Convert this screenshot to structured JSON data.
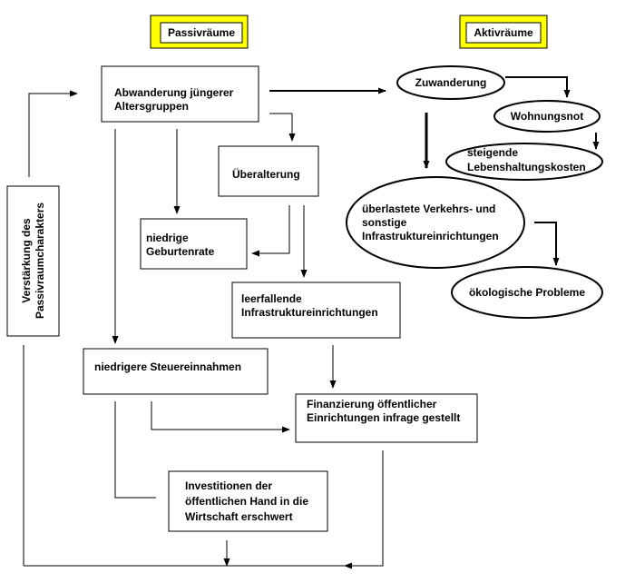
{
  "headers": {
    "passive": "Passivräume",
    "active": "Aktivräume"
  },
  "boxes": {
    "abwanderung": [
      "Abwanderung jüngerer",
      "Altersgruppen"
    ],
    "ueberalterung": [
      "Überalterung"
    ],
    "geburtenrate": [
      "niedrige",
      "Geburtenrate"
    ],
    "leerfallende": [
      "leerfallende",
      "Infrastruktureinrichtungen"
    ],
    "steuer": [
      "niedrigere Steuereinnahmen"
    ],
    "finanzierung": [
      "Finanzierung öffentlicher",
      "Einrichtungen infrage gestellt"
    ],
    "investitionen": [
      "Investitionen der",
      "öffentlichen Hand in die",
      "Wirtschaft erschwert"
    ],
    "verstaerkung": [
      "Verstärkung des",
      "Passivraumcharakters"
    ]
  },
  "ellipses": {
    "zuwanderung": [
      "Zuwanderung"
    ],
    "wohnungsnot": [
      "Wohnungsnot"
    ],
    "lebenshaltung": [
      "steigende",
      "Lebenshaltungskosten"
    ],
    "verkehr": [
      "überlastete Verkehrs- und",
      "sonstige",
      "Infrastruktureinrichtungen"
    ],
    "oekologisch": [
      "ökologische Probleme"
    ]
  },
  "colors": {
    "header_fill": "#ffff00",
    "line": "#000000",
    "background": "#ffffff"
  }
}
